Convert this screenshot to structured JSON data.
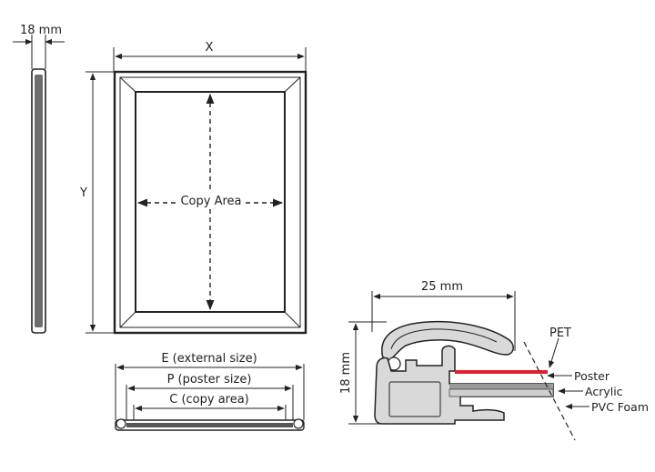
{
  "side_view": {
    "thickness_label": "18 mm"
  },
  "front_view": {
    "width_label": "X",
    "height_label": "Y",
    "copy_area_label": "Copy Area"
  },
  "bottom_view": {
    "external_label": "E (external size)",
    "poster_label": "P (poster size)",
    "copy_label": "C (copy area)"
  },
  "profile": {
    "width_label": "25 mm",
    "height_label": "18 mm",
    "layers": {
      "pet": "PET",
      "poster": "Poster",
      "acrylic": "Acrylic",
      "pvc": "PVC Foam"
    }
  },
  "colors": {
    "line": "#222222",
    "profile_fill": "#d9d9d9",
    "poster": "#e0202a",
    "acrylic": "#9a9a9a",
    "pvc": "#cfcfcf"
  }
}
